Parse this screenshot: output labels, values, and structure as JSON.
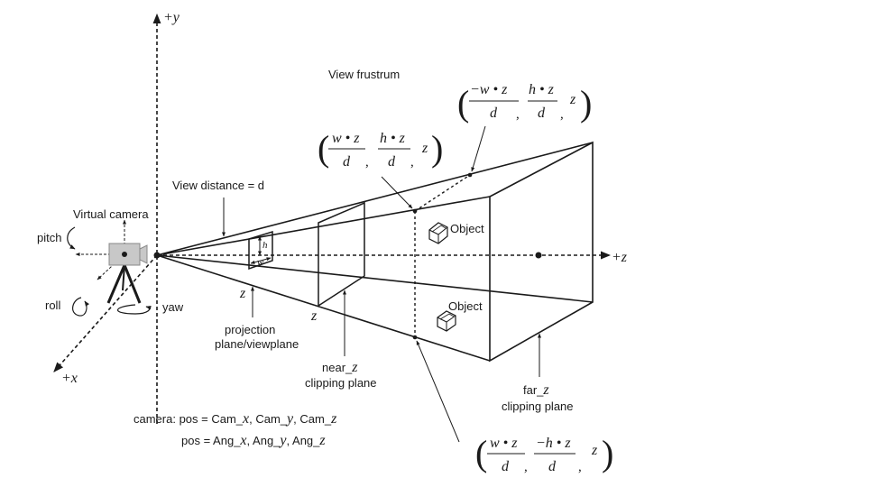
{
  "axes": {
    "y_label": "+y",
    "x_label": "+x",
    "z_label": "+z"
  },
  "title": "View frustrum",
  "view_distance_label": "View distance = d",
  "camera_labels": {
    "virtual_camera": "Virtual camera",
    "pitch": "pitch",
    "roll": "roll",
    "yaw": "yaw"
  },
  "viewplane_dims": {
    "h": "h",
    "w": "w"
  },
  "z_marks": {
    "projection": "z",
    "near": "z"
  },
  "planes": {
    "projection_line1": "projection",
    "projection_line2": "plane/viewplane",
    "near_line1": "near_",
    "near_var": "z",
    "near_line2": "clipping plane",
    "far_line1": "far_",
    "far_var": "z",
    "far_line2": "clipping plane"
  },
  "objects": [
    "Object",
    "Object"
  ],
  "coords": {
    "top_right": {
      "num1": "−w • z",
      "den1": "d",
      "num2": "h • z",
      "den2": "d",
      "third": "z",
      "sep": ","
    },
    "top_left": {
      "num1": "w • z",
      "den1": "d",
      "num2": "h • z",
      "den2": "d",
      "third": "z",
      "sep": ","
    },
    "bottom": {
      "num1": "w • z",
      "den1": "d",
      "num2": "−h • z",
      "den2": "d",
      "third": "z",
      "sep": ","
    }
  },
  "camera_pos": {
    "line1_prefix": "camera: pos = Cam_",
    "line1_x": "x",
    "line1_mid1": ", Cam_",
    "line1_y": "y",
    "line1_mid2": ", Cam_",
    "line1_z": "z",
    "line2_prefix": "pos = Ang_",
    "line2_x": "x",
    "line2_mid1": ", Ang_",
    "line2_y": "y",
    "line2_mid2": ", Ang_",
    "line2_z": "z"
  },
  "colors": {
    "ink": "#1a1a1a",
    "camera_body": "#c8c8c8",
    "camera_legs": "#9a9a9a"
  }
}
